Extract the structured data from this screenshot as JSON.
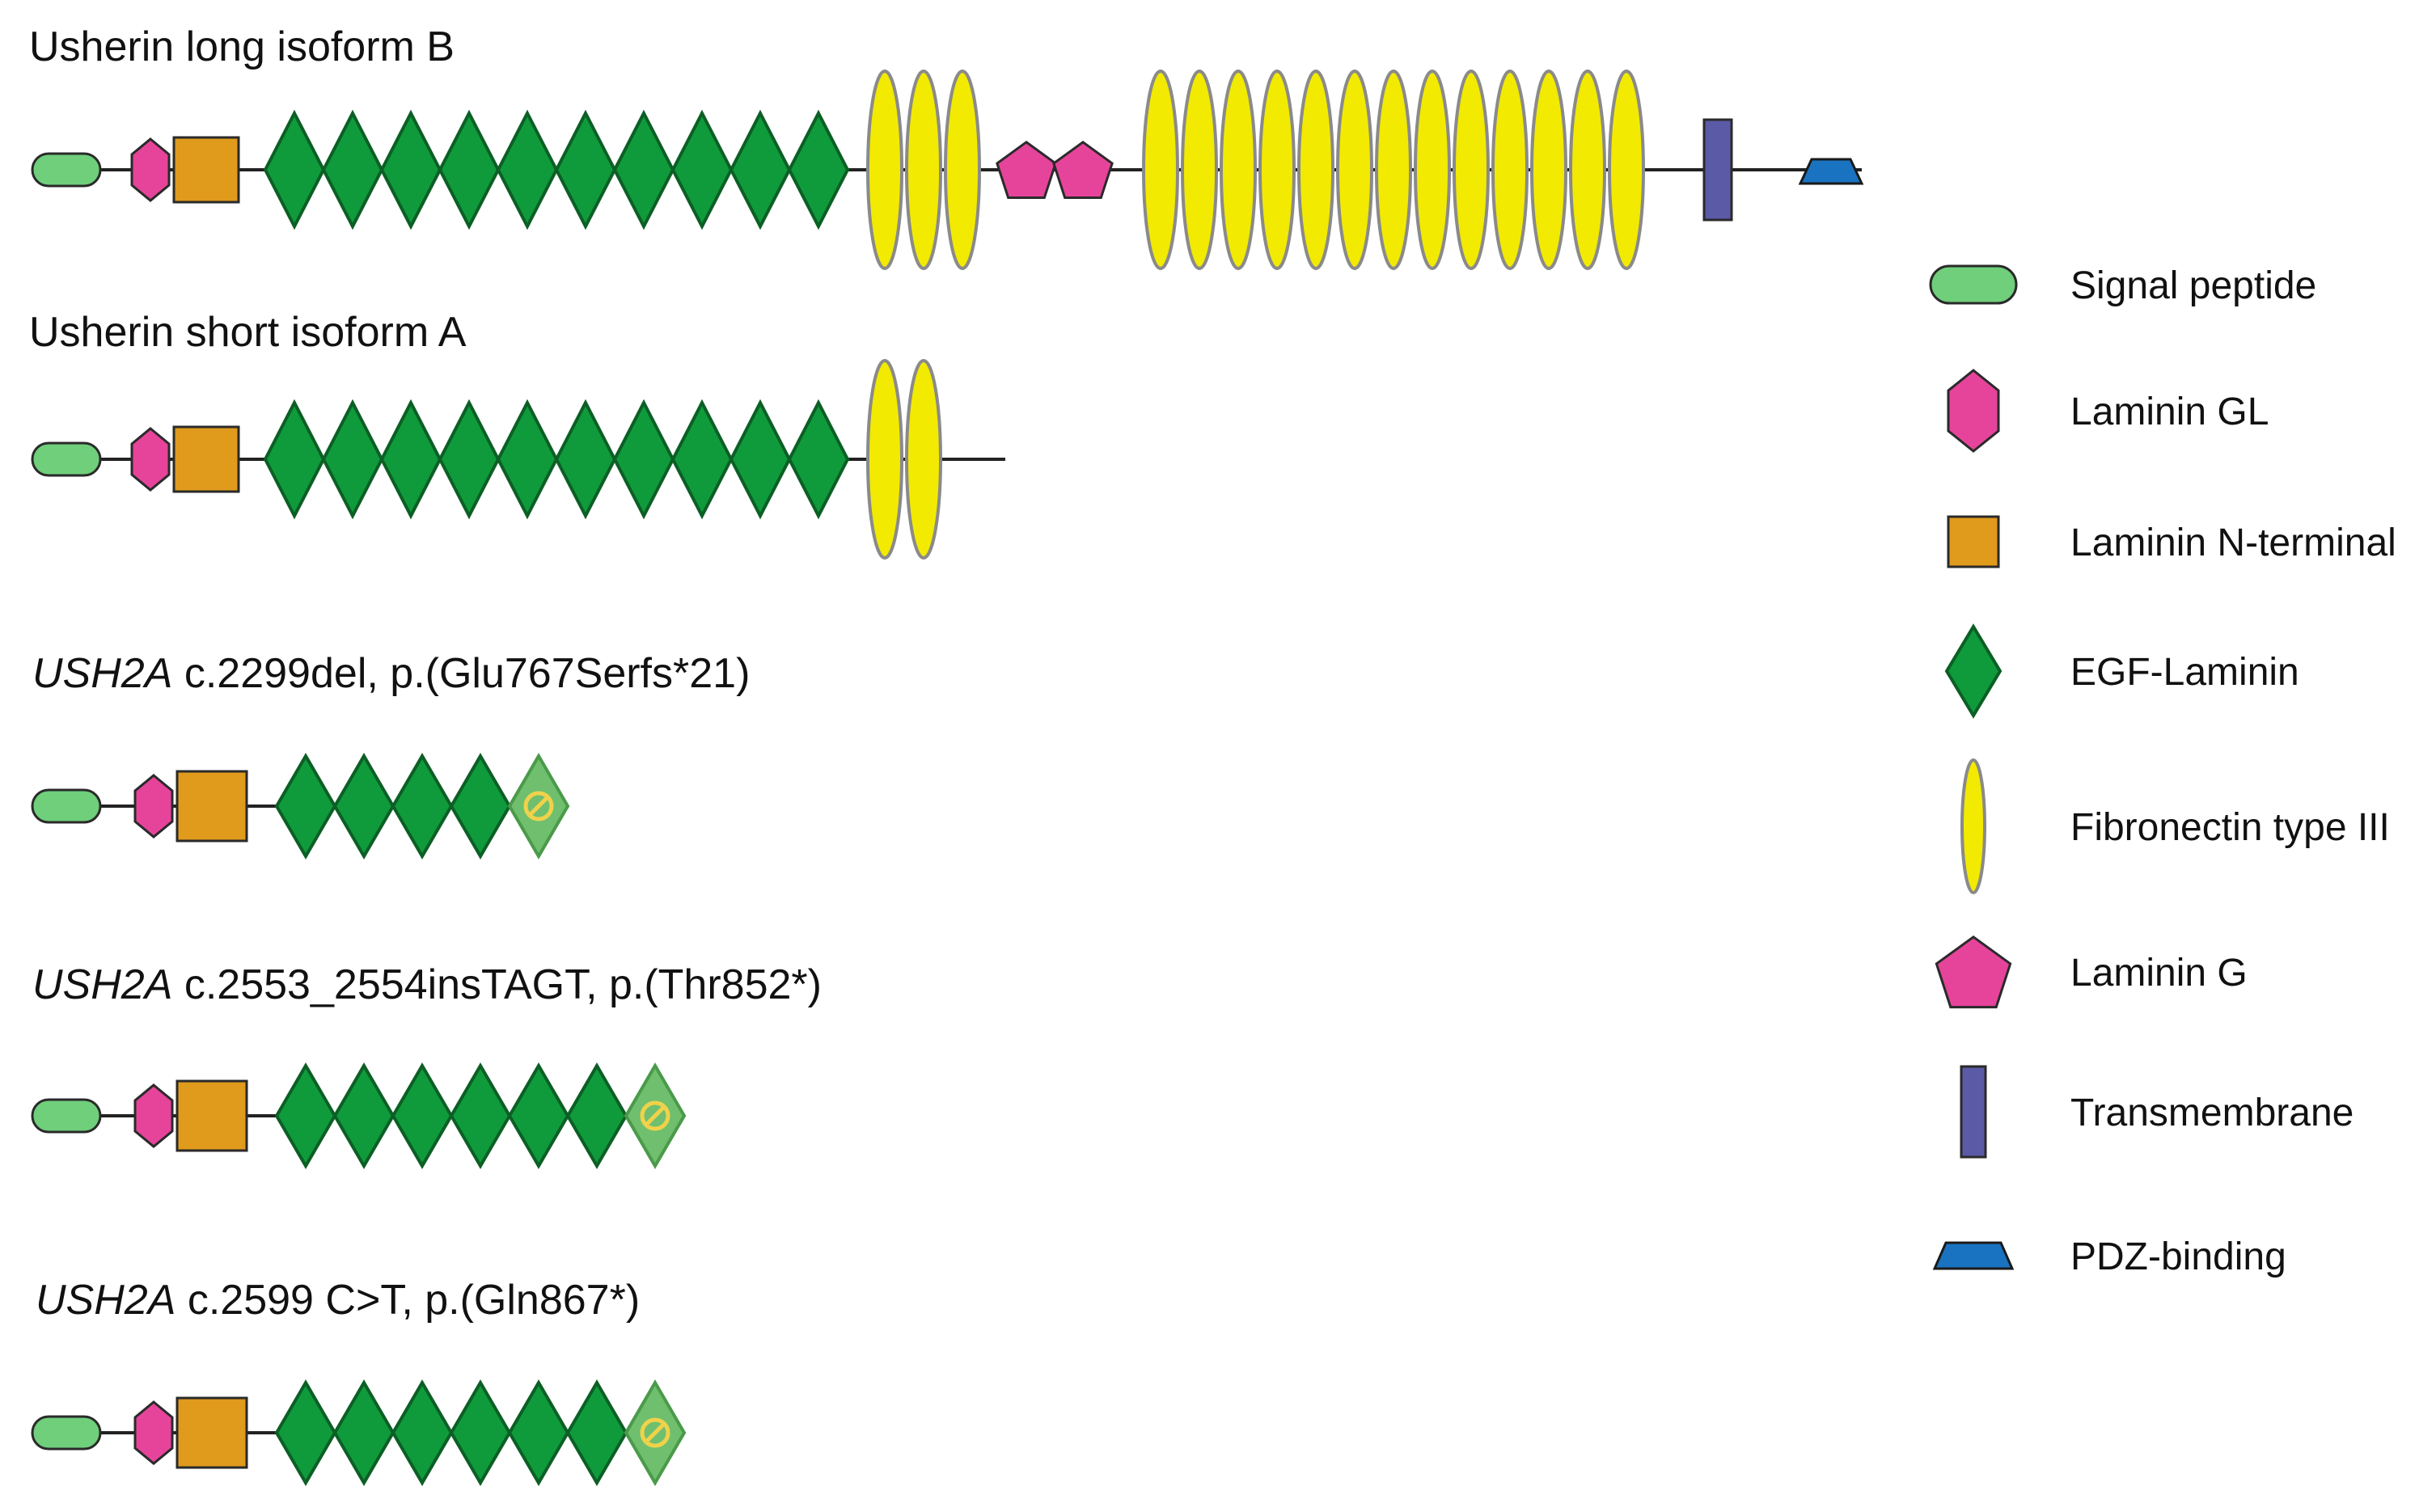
{
  "colors": {
    "signal": "#6fcf7b",
    "laminin_gl": "#e6449a",
    "laminin_n": "#e09a1c",
    "egf": "#0f9b3c",
    "egf_stroke": "#0c5f25",
    "fibronectin": "#f2ea00",
    "laminin_g": "#e6449a",
    "transmembrane": "#5a5aa6",
    "pdz": "#1a73c0",
    "stop_fill": "#6fbf6f",
    "stop_mark": "#f0d24a",
    "line": "#222222"
  },
  "rows": [
    {
      "id": "long-isoform-b",
      "title_plain": "Usherin long isoform B",
      "title_italic": "",
      "egf_count": 10,
      "egf_truncated": false,
      "fn_first": 3,
      "laminin_g_count": 2,
      "fn_second": 13,
      "transmembrane": true,
      "pdz": true,
      "tail": true
    },
    {
      "id": "short-isoform-a",
      "title_plain": "Usherin short isoform A",
      "title_italic": "",
      "egf_count": 10,
      "egf_truncated": false,
      "fn_first": 2,
      "laminin_g_count": 0,
      "fn_second": 0,
      "transmembrane": false,
      "pdz": false,
      "tail": true
    },
    {
      "id": "variant-2299del",
      "title_italic": "USH2A",
      "title_plain": " c.2299del, p.(Glu767Serfs*21)",
      "egf_count": 4,
      "egf_truncated": true,
      "fn_first": 0,
      "laminin_g_count": 0,
      "fn_second": 0,
      "transmembrane": false,
      "pdz": false,
      "tail": false
    },
    {
      "id": "variant-2553-2554insTAGT",
      "title_italic": "USH2A",
      "title_plain": " c.2553_2554insTAGT, p.(Thr852*)",
      "egf_count": 6,
      "egf_truncated": true,
      "fn_first": 0,
      "laminin_g_count": 0,
      "fn_second": 0,
      "transmembrane": false,
      "pdz": false,
      "tail": false
    },
    {
      "id": "variant-2599CT",
      "title_italic": "USH2A",
      "title_plain": " c.2599 C>T, p.(Gln867*)",
      "egf_count": 6,
      "egf_truncated": true,
      "fn_first": 0,
      "laminin_g_count": 0,
      "fn_second": 0,
      "transmembrane": false,
      "pdz": false,
      "tail": false
    }
  ],
  "legend": [
    {
      "shape": "signal",
      "label": "Signal peptide"
    },
    {
      "shape": "laminin_gl",
      "label": "Laminin GL"
    },
    {
      "shape": "laminin_n",
      "label": "Laminin N-terminal"
    },
    {
      "shape": "egf",
      "label": "EGF-Laminin"
    },
    {
      "shape": "fibronectin",
      "label": "Fibronectin type III"
    },
    {
      "shape": "laminin_g",
      "label": "Laminin G"
    },
    {
      "shape": "transmembrane",
      "label": "Transmembrane"
    },
    {
      "shape": "pdz",
      "label": "PDZ-binding"
    }
  ]
}
